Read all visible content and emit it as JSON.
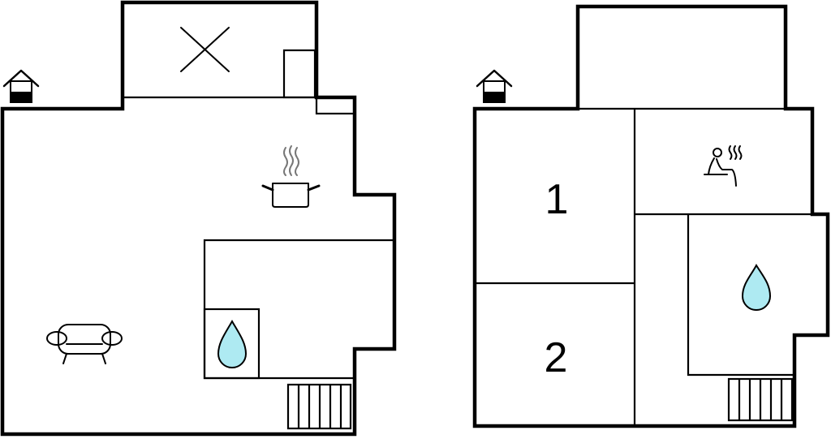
{
  "floors": [
    {
      "name": "ground-floor",
      "rooms": []
    },
    {
      "name": "upper-floor",
      "rooms": [
        {
          "label": "1"
        },
        {
          "label": "2"
        }
      ]
    }
  ],
  "colors": {
    "water": "#aeeaf2",
    "wall": "#000000"
  },
  "icons": [
    "entrance-house-icon",
    "kitchen-pot-icon",
    "sofa-icon",
    "water-drop-icon",
    "stairs-icon",
    "sauna-icon",
    "cross-mark-icon"
  ]
}
